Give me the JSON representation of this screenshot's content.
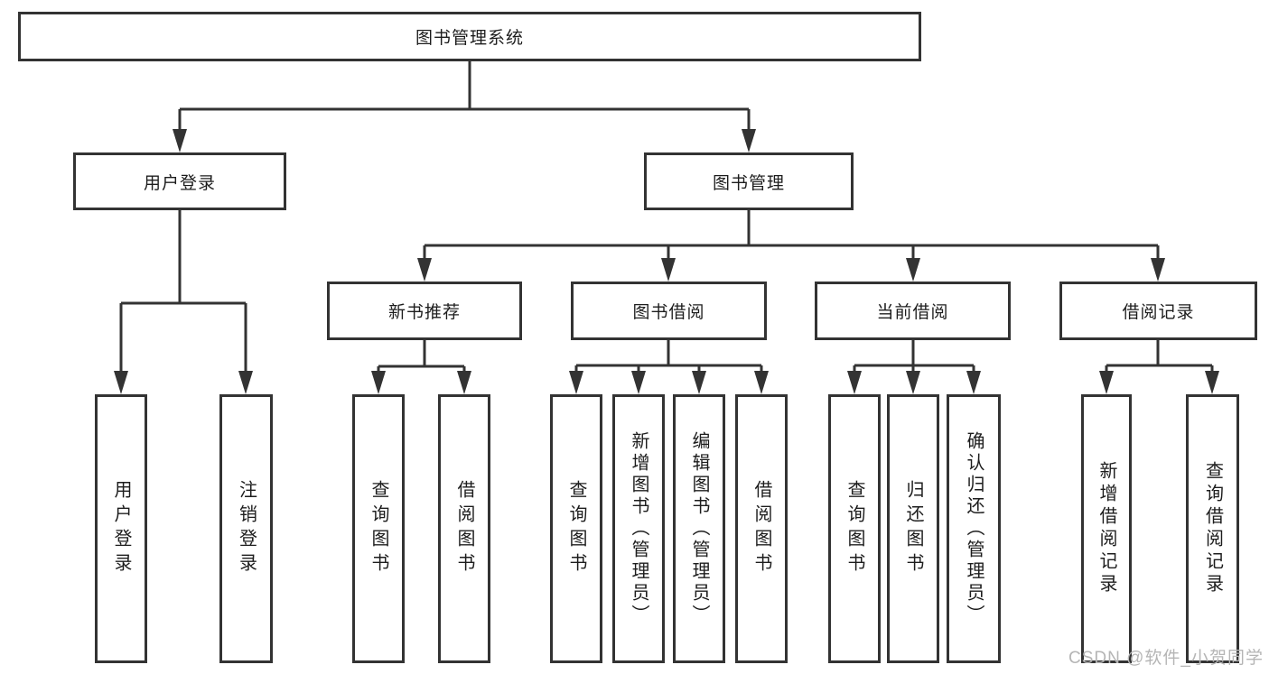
{
  "diagram": {
    "title": "图书管理系统",
    "watermark": "CSDN @软件_小贺同学",
    "colors": {
      "line": "#333333",
      "box_border": "#333333",
      "text": "#1d1d1d",
      "background": "#ffffff",
      "watermark": "#b5b5b5"
    }
  },
  "nodes": {
    "root": {
      "label": "图书管理系统"
    },
    "user_login": {
      "label": "用户登录"
    },
    "book_mgmt": {
      "label": "图书管理"
    },
    "user_login_action": {
      "label": "用户登录"
    },
    "logout_action": {
      "label": "注销登录"
    },
    "new_book_rec": {
      "label": "新书推荐"
    },
    "book_borrow": {
      "label": "图书借阅"
    },
    "current_borrow": {
      "label": "当前借阅"
    },
    "borrow_records": {
      "label": "借阅记录"
    },
    "nb_query_books": {
      "label": "查询图书"
    },
    "nb_borrow_books": {
      "label": "借阅图书"
    },
    "bb_query_books": {
      "label": "查询图书"
    },
    "bb_add_books_admin": {
      "label": "新增图书（管理员）"
    },
    "bb_edit_books_admin": {
      "label": "编辑图书（管理员）"
    },
    "bb_borrow_books": {
      "label": "借阅图书"
    },
    "cb_query_books": {
      "label": "查询图书"
    },
    "cb_return_books": {
      "label": "归还图书"
    },
    "cb_confirm_return_admin": {
      "label": "确认归还（管理员）"
    },
    "br_add_record": {
      "label": "新增借阅记录"
    },
    "br_query_record": {
      "label": "查询借阅记录"
    }
  },
  "tree": {
    "root": "图书管理系统",
    "children": [
      {
        "label": "用户登录",
        "children": [
          "用户登录",
          "注销登录"
        ]
      },
      {
        "label": "图书管理",
        "children": [
          {
            "label": "新书推荐",
            "children": [
              "查询图书",
              "借阅图书"
            ]
          },
          {
            "label": "图书借阅",
            "children": [
              "查询图书",
              "新增图书（管理员）",
              "编辑图书（管理员）",
              "借阅图书"
            ]
          },
          {
            "label": "当前借阅",
            "children": [
              "查询图书",
              "归还图书",
              "确认归还（管理员）"
            ]
          },
          {
            "label": "借阅记录",
            "children": [
              "新增借阅记录",
              "查询借阅记录"
            ]
          }
        ]
      }
    ]
  }
}
